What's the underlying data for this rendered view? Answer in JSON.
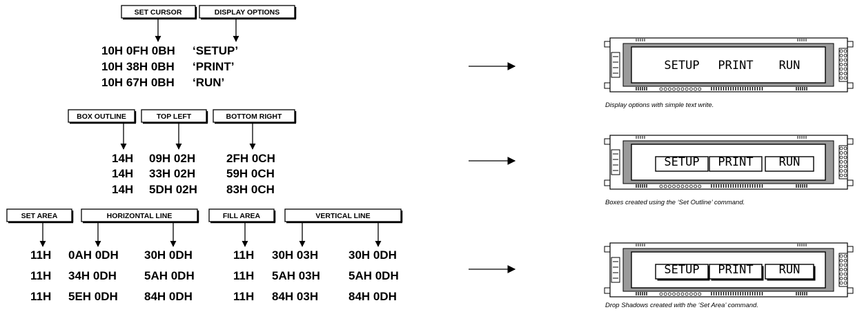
{
  "section1": {
    "labels": [
      "SET CURSOR",
      "DISPLAY OPTIONS"
    ],
    "rows": [
      [
        "10H 0FH 0BH",
        "‘SETUP’"
      ],
      [
        "10H 38H 0BH",
        "‘PRINT’"
      ],
      [
        "10H 67H 0BH",
        "‘RUN’"
      ]
    ]
  },
  "section2": {
    "labels": [
      "BOX OUTLINE",
      "TOP LEFT",
      "BOTTOM RIGHT"
    ],
    "rows": [
      [
        "14H",
        "09H 02H",
        "2FH 0CH"
      ],
      [
        "14H",
        "33H 02H",
        "59H 0CH"
      ],
      [
        "14H",
        "5DH 02H",
        "83H 0CH"
      ]
    ]
  },
  "section3": {
    "labels": [
      "SET AREA",
      "HORIZONTAL LINE",
      "FILL AREA",
      "VERTICAL LINE"
    ],
    "rows": [
      [
        "11H",
        "0AH 0DH",
        "30H 0DH",
        "11H",
        "30H 03H",
        "30H 0DH"
      ],
      [
        "11H",
        "34H 0DH",
        "5AH 0DH",
        "11H",
        "5AH 03H",
        "5AH 0DH"
      ],
      [
        "11H",
        "5EH 0DH",
        "84H 0DH",
        "11H",
        "84H 03H",
        "84H 0DH"
      ]
    ]
  },
  "displays": [
    {
      "items": [
        "SETUP",
        "PRINT",
        "RUN"
      ],
      "caption": "Display options with simple text write."
    },
    {
      "items": [
        "SETUP",
        "PRINT",
        "RUN"
      ],
      "caption": "Boxes created using the ‘Set Outline’ command."
    },
    {
      "items": [
        "SETUP",
        "PRINT",
        "RUN"
      ],
      "caption": "Drop Shadows created with the ‘Set Area’ command."
    }
  ]
}
